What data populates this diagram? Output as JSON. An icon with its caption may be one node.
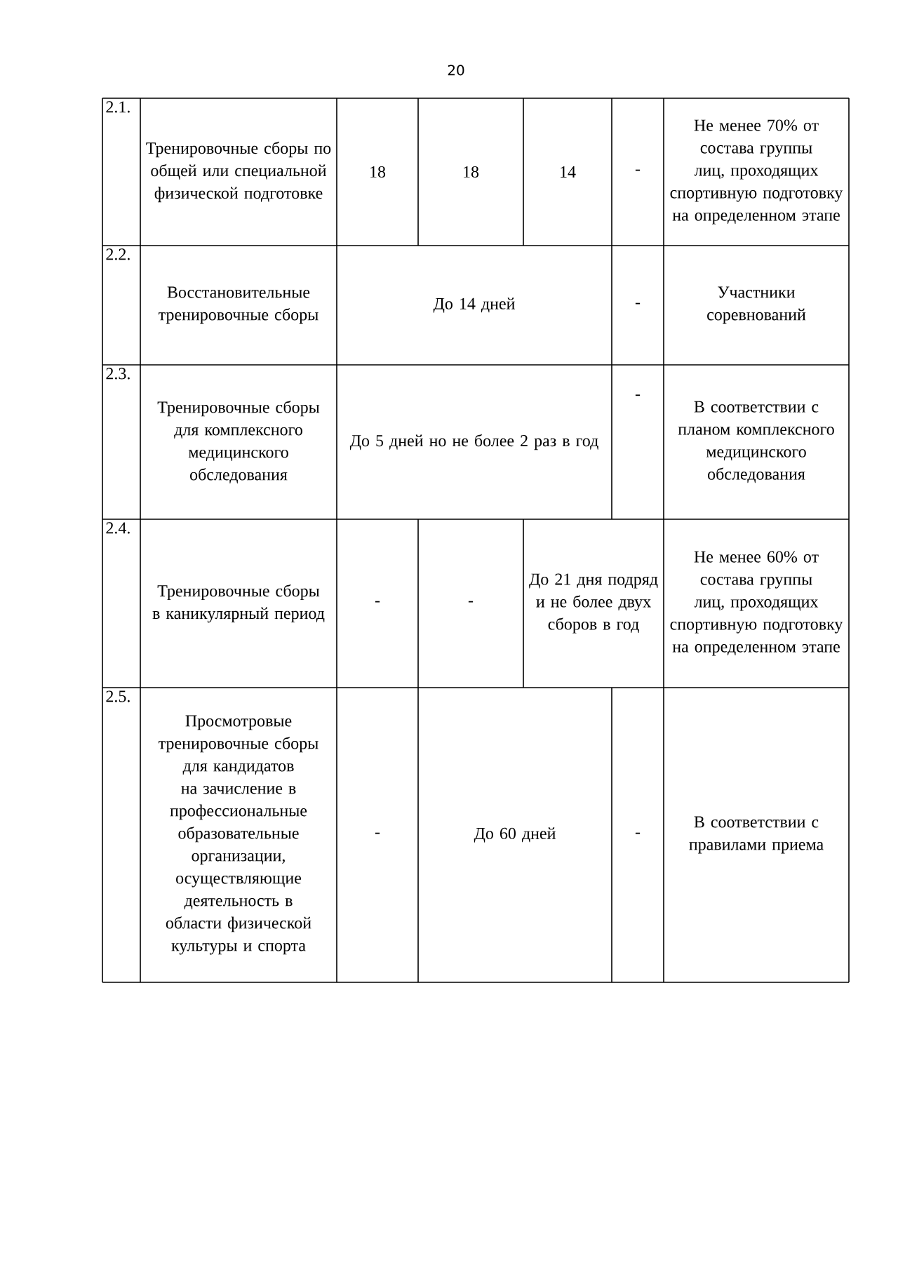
{
  "diagram": {
    "labels": [
      "20",
      "2.1.",
      "Тренировочные сборы по общей или специальной физической подготовке",
      "18",
      "18",
      "14",
      "-",
      "Не менее 70% от состава группы лиц, проходящих спортивную подготовку на определенном этапе",
      "2.2.",
      "Восстановительные тренировочные сборы",
      "До 14 дней",
      "-",
      "Участники соревнований",
      "2.3.",
      "Тренировочные сборы для комплексного медицинского обследования",
      "До 5 дней но не более 2 раз в год",
      "-",
      "В соответствии с планом комплексного медицинского обследования",
      "2.4.",
      "Тренировочные сборы в каникулярный период",
      "-",
      "-",
      "До 21 дня подряд и не более двух сборов в год",
      "Не менее 60% от состава группы лиц, проходящих спортивную подготовку на определенном этапе",
      "2.5.",
      "Просмотровые тренировочные сборы для кандидатов на зачисление в профессиональные образовательные организации, осуществляющие деятельность в области физической культуры и спорта",
      "-",
      "До 60 дней",
      "-",
      "В соответствии с правилами приема"
    ]
  }
}
